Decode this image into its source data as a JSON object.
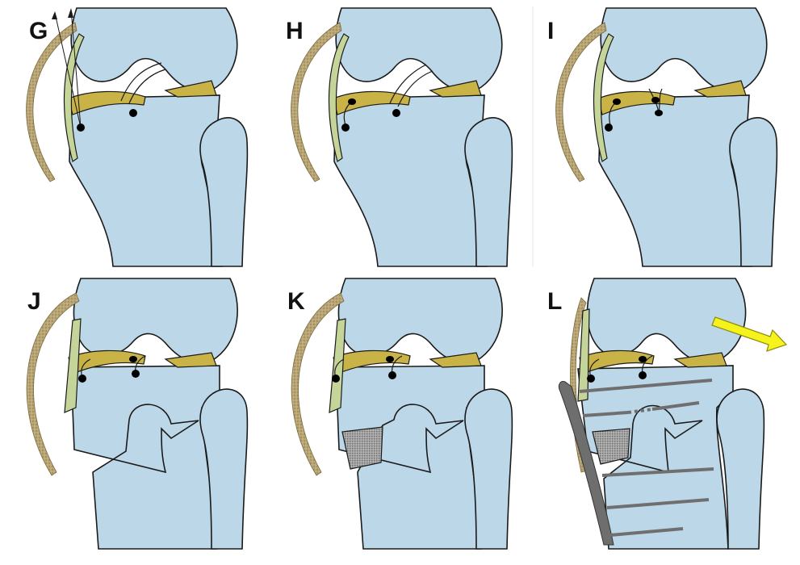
{
  "panels": [
    {
      "label": "G",
      "variant": "guide-wires"
    },
    {
      "label": "H",
      "variant": "anchors-tensioned"
    },
    {
      "label": "I",
      "variant": "anchors-tied"
    },
    {
      "label": "J",
      "variant": "osteotomy-open"
    },
    {
      "label": "K",
      "variant": "bone-graft"
    },
    {
      "label": "L",
      "variant": "plate-fixation"
    }
  ],
  "colors": {
    "bone": "#bcd8e8",
    "meniscus": "#c9b246",
    "ligament": "#c5d59a",
    "patellar_tendon": "#b9a576",
    "graft": "#9a9a9a",
    "plate": "#6e6e6e",
    "screw": "#6f6f6f",
    "arrow": "#f5f21c",
    "outline": "#1a1a1a"
  },
  "icons": {
    "suture_anchor": "black-dot-icon",
    "direction_arrow": "yellow-arrow-icon"
  }
}
